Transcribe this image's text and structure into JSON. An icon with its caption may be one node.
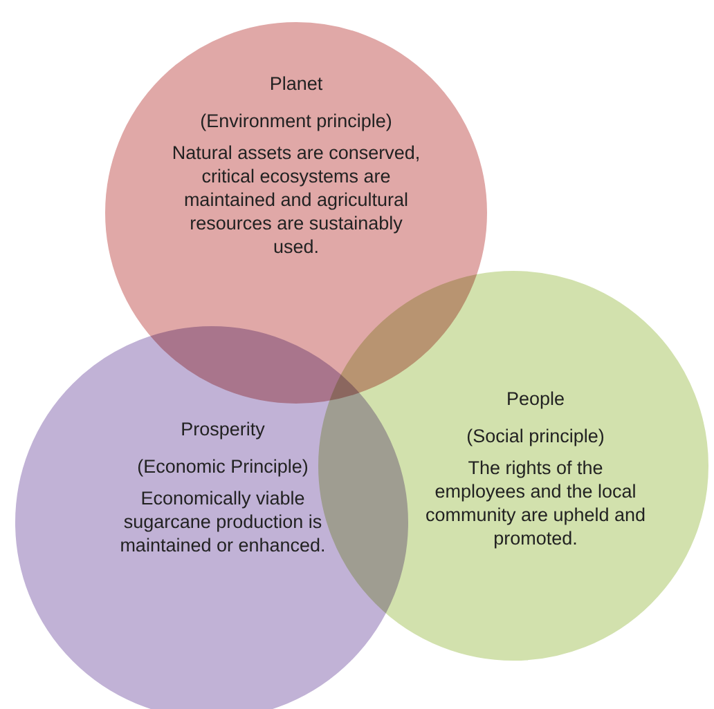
{
  "diagram": {
    "nodes": [
      {
        "text": [
          "Planet",
          "(Environment principle)",
          "Natural assets are conserved, critical ecosystems are maintained and agricultural resources are sustainably used."
        ]
      },
      {
        "text": [
          "Prosperity",
          "(Economic Principle)",
          "Economically viable sugarcane production is maintained or enhanced."
        ]
      },
      {
        "text": [
          "People",
          "(Social principle)",
          "The rights of the employees and the local community are upheld and promoted."
        ]
      }
    ]
  }
}
